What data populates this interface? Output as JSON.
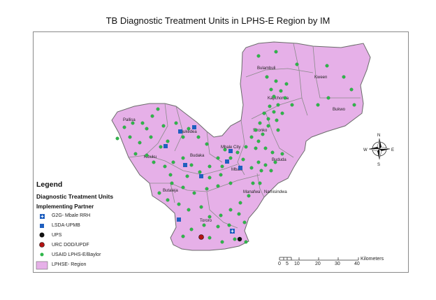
{
  "title": "TB Diagnostic Treatment Units in LPHS-E Region by IM",
  "legend": {
    "title": "Legend",
    "subtitle": "Diagnostic Treatment Units",
    "group": "Implementing Partner",
    "items": [
      {
        "label": "G2G- Mbale RRH",
        "symbol": "blue-cross-square",
        "color": "#1f5fbf"
      },
      {
        "label": "LSDA-UPMB",
        "symbol": "blue-square",
        "color": "#1f5fbf"
      },
      {
        "label": "UPS",
        "symbol": "black-circle",
        "color": "#111111"
      },
      {
        "label": "URC DOD/UPDF",
        "symbol": "red-circle",
        "color": "#b31212"
      },
      {
        "label": "USAID LPHS-E/Baylor",
        "symbol": "green-circle",
        "color": "#2fb64a"
      },
      {
        "label": "LPHSE- Region",
        "symbol": "pink-rect",
        "color": "#e6b0e8"
      }
    ]
  },
  "districts": [
    "Bulambuli",
    "Kween",
    "Kapchorwa",
    "Bukwo",
    "Pallisa",
    "Sironko",
    "Budaka",
    "Mbale City",
    "Kibuku",
    "Mbale",
    "Bududa",
    "Butaleja",
    "Manafwa",
    "Namisindwa",
    "Tororo",
    "Bukedea"
  ],
  "compass": {
    "n": "N",
    "s": "S",
    "e": "E",
    "w": "W"
  },
  "scalebar": {
    "ticks": [
      "0",
      "5",
      "10",
      "20",
      "30",
      "40"
    ],
    "unit": "Kilometers"
  },
  "colors": {
    "region_fill": "#e6b0e8",
    "border": "#6b6b6b"
  }
}
